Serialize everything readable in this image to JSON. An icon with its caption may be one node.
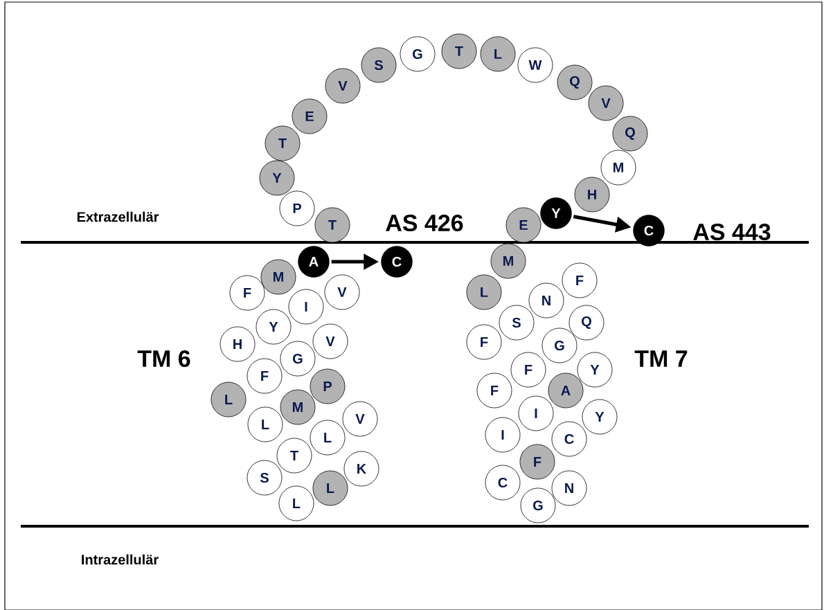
{
  "diagram": {
    "nodes": [
      {
        "text": [
          "M"
        ]
      },
      {
        "text": [
          "F"
        ]
      },
      {
        "text": [
          "V"
        ]
      },
      {
        "text": [
          "I"
        ]
      },
      {
        "text": [
          "Y"
        ]
      },
      {
        "text": [
          "H"
        ]
      },
      {
        "text": [
          "V"
        ]
      },
      {
        "text": [
          "G"
        ]
      },
      {
        "text": [
          "F"
        ]
      },
      {
        "text": [
          "P"
        ]
      },
      {
        "text": [
          "L"
        ]
      },
      {
        "text": [
          "M"
        ]
      },
      {
        "text": [
          "L"
        ]
      },
      {
        "text": [
          "V"
        ]
      },
      {
        "text": [
          "L"
        ]
      },
      {
        "text": [
          "T"
        ]
      },
      {
        "text": [
          "K"
        ]
      },
      {
        "text": [
          "S"
        ]
      },
      {
        "text": [
          "L"
        ]
      },
      {
        "text": [
          "L"
        ]
      },
      {
        "text": [
          "A"
        ]
      },
      {
        "text": [
          "C"
        ]
      },
      {
        "text": [
          "T"
        ]
      },
      {
        "text": [
          "P"
        ]
      },
      {
        "text": [
          "Y"
        ]
      },
      {
        "text": [
          "T"
        ]
      },
      {
        "text": [
          "E"
        ]
      },
      {
        "text": [
          "V"
        ]
      },
      {
        "text": [
          "S"
        ]
      },
      {
        "text": [
          "G"
        ]
      },
      {
        "text": [
          "T"
        ]
      },
      {
        "text": [
          "L"
        ]
      },
      {
        "text": [
          "W"
        ]
      },
      {
        "text": [
          "Q"
        ]
      },
      {
        "text": [
          "V"
        ]
      },
      {
        "text": [
          "Q"
        ]
      },
      {
        "text": [
          "M"
        ]
      },
      {
        "text": [
          "H"
        ]
      },
      {
        "text": [
          "Y"
        ]
      },
      {
        "text": [
          "E"
        ]
      },
      {
        "text": [
          "C"
        ]
      },
      {
        "text": [
          "M"
        ]
      },
      {
        "text": [
          "L"
        ]
      },
      {
        "text": [
          "F"
        ]
      },
      {
        "text": [
          "N"
        ]
      },
      {
        "text": [
          "S"
        ]
      },
      {
        "text": [
          "Q"
        ]
      },
      {
        "text": [
          "F"
        ]
      },
      {
        "text": [
          "G"
        ]
      },
      {
        "text": [
          "F"
        ]
      },
      {
        "text": [
          "Y"
        ]
      },
      {
        "text": [
          "F"
        ]
      },
      {
        "text": [
          "A"
        ]
      },
      {
        "text": [
          "I"
        ]
      },
      {
        "text": [
          "Y"
        ]
      },
      {
        "text": [
          "I"
        ]
      },
      {
        "text": [
          "C"
        ]
      },
      {
        "text": [
          "F"
        ]
      },
      {
        "text": [
          "C"
        ]
      },
      {
        "text": [
          "N"
        ]
      },
      {
        "text": [
          "G"
        ]
      }
    ],
    "edges": [
      {
        "from": 20,
        "to": 21,
        "arrow": "to"
      },
      {
        "from": 38,
        "to": 40,
        "arrow": "to"
      }
    ],
    "labels": [
      "Extrazellulär",
      "AS 426",
      "AS 443",
      "TM 6",
      "TM 7",
      "Intrazellulär"
    ]
  }
}
